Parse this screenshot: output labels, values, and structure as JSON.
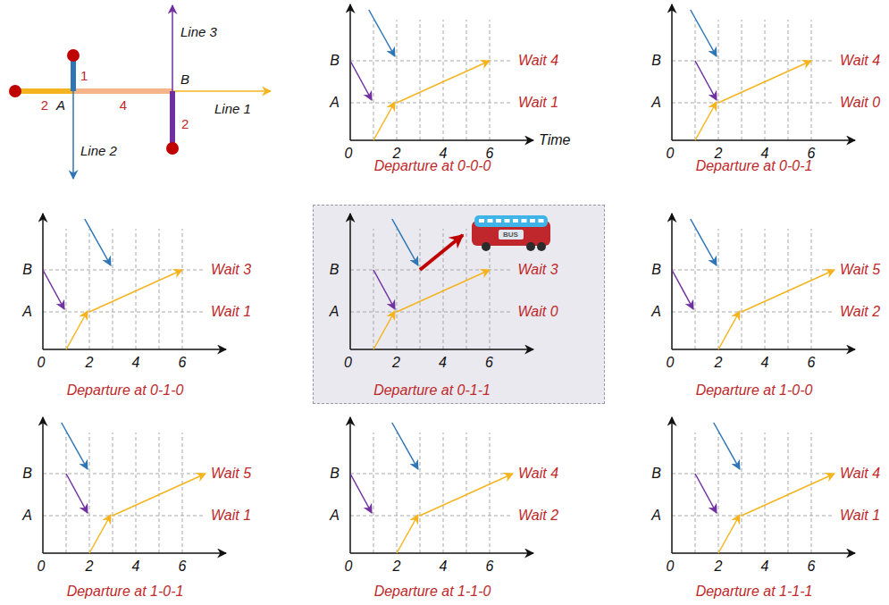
{
  "diagram": {
    "nodes": [
      {
        "text": [
          "B",
          "A",
          "0",
          "2",
          "4",
          "6",
          "Wait 3",
          "Wait 0",
          "Departure at 0-1-1",
          "BUS"
        ]
      }
    ],
    "labels": [
      "1",
      "2",
      "A",
      "4",
      "B",
      "2",
      "Line 3",
      "Line 1",
      "Line 2",
      "B",
      "A",
      "0",
      "2",
      "4",
      "6",
      "Time",
      "Wait 4",
      "Wait 1",
      "Departure at 0-0-0",
      "B",
      "A",
      "0",
      "2",
      "4",
      "6",
      "Wait 4",
      "Wait 0",
      "Departure at 0-0-1",
      "B",
      "A",
      "0",
      "2",
      "4",
      "6",
      "Wait 3",
      "Wait 1",
      "Departure at 0-1-0",
      "B",
      "A",
      "0",
      "2",
      "4",
      "6",
      "Wait 5",
      "Wait 2",
      "Departure at 1-0-0",
      "B",
      "A",
      "0",
      "2",
      "4",
      "6",
      "Wait 5",
      "Wait 1",
      "Departure at 1-0-1",
      "B",
      "A",
      "0",
      "2",
      "4",
      "6",
      "Wait 4",
      "Wait 2",
      "Departure at 1-1-0",
      "B",
      "A",
      "0",
      "2",
      "4",
      "6",
      "Wait 4",
      "Wait 1",
      "Departure at 1-1-1"
    ]
  }
}
